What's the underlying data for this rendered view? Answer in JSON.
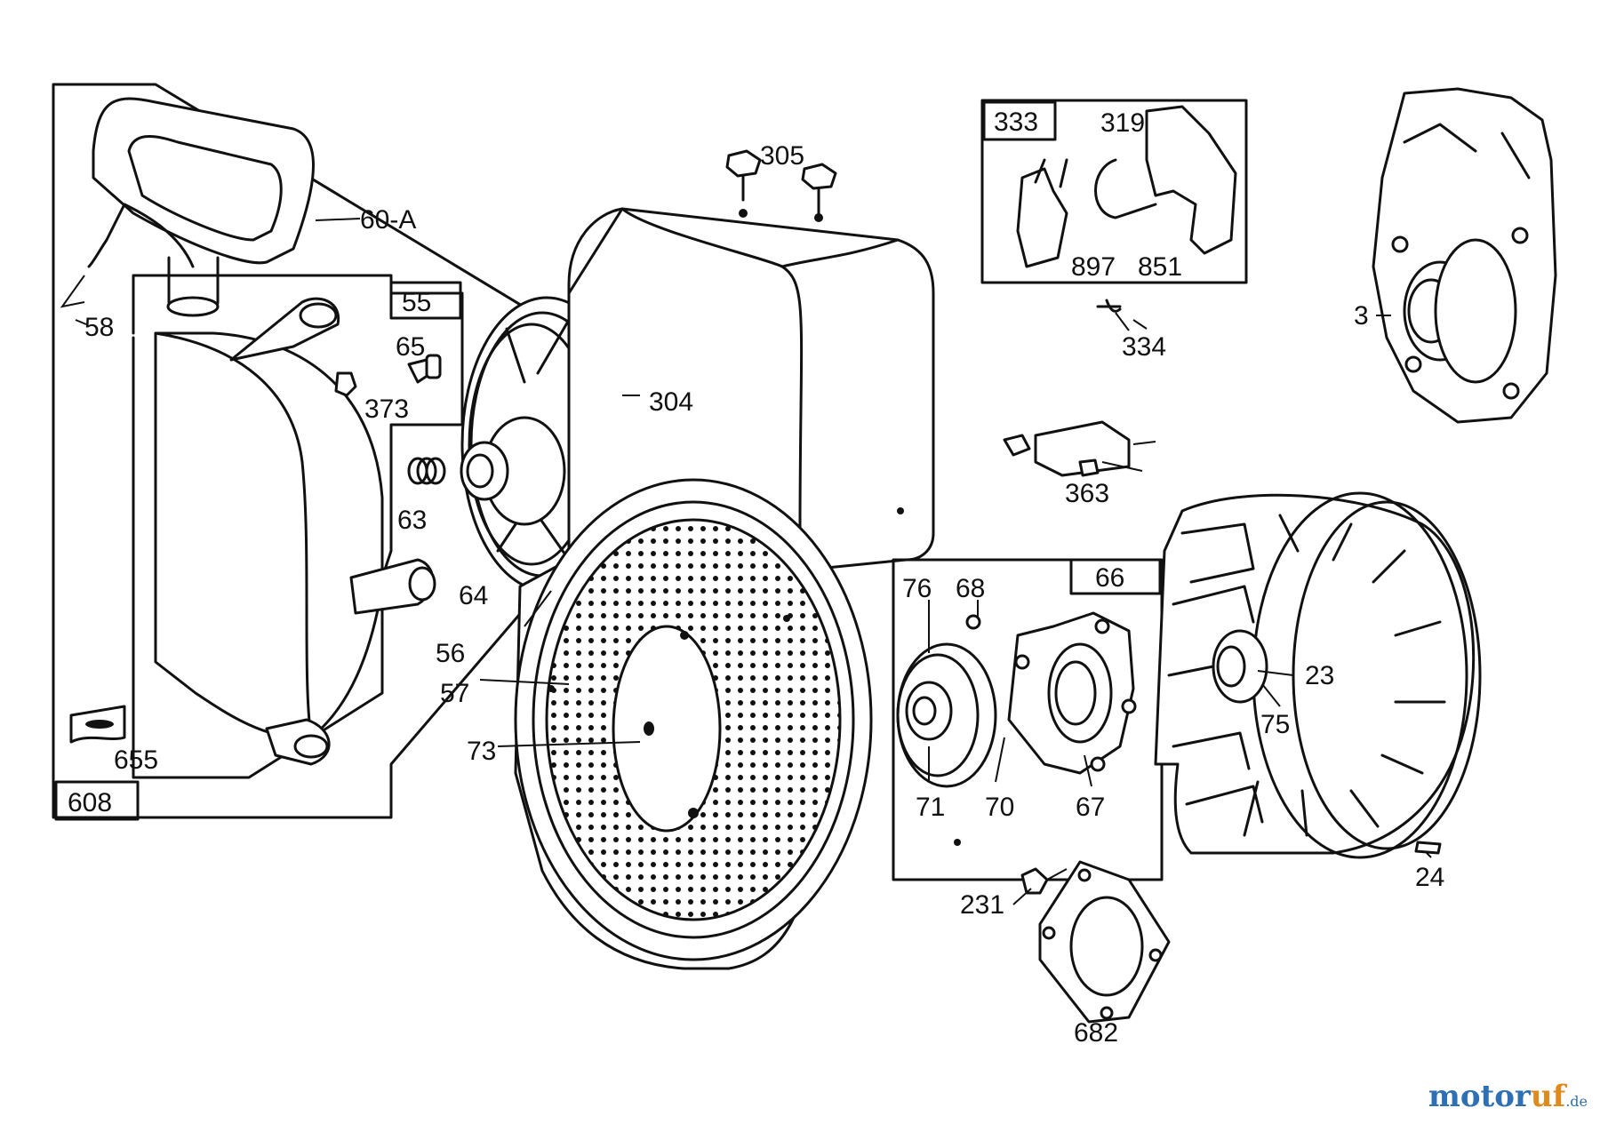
{
  "labels": {
    "p608": "608",
    "p655": "655",
    "p58": "58",
    "p60A": "60-A",
    "p55": "55",
    "p65": "65",
    "p373": "373",
    "p63": "63",
    "p64": "64",
    "p56": "56",
    "p57": "57",
    "p73": "73",
    "p304": "304",
    "p305": "305",
    "p333": "333",
    "p319": "319",
    "p897": "897",
    "p851": "851",
    "p334": "334",
    "p3": "3",
    "p363": "363",
    "p66": "66",
    "p76": "76",
    "p68": "68",
    "p71": "71",
    "p70": "70",
    "p67": "67",
    "p23": "23",
    "p75": "75",
    "p24": "24",
    "p231": "231",
    "p682": "682"
  },
  "watermark": {
    "part1": "motor",
    "part2": "uf",
    "part3": ".de"
  }
}
